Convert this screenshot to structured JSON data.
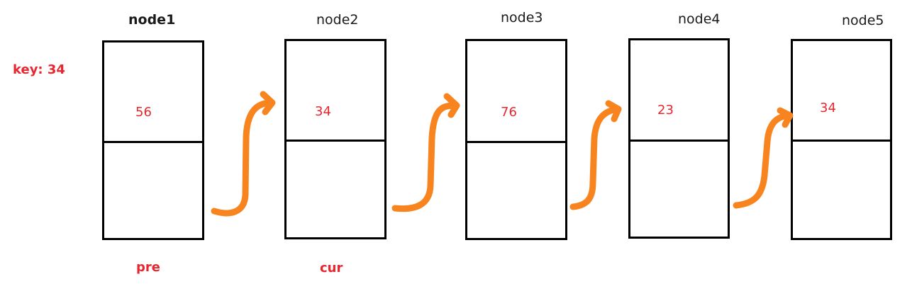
{
  "key_label": "key:  34",
  "colors": {
    "text_red": "#e8262f",
    "arrow": "#f7841f",
    "border": "#000000"
  },
  "nodes": [
    {
      "title": "node1",
      "value": "56"
    },
    {
      "title": "node2",
      "value": "34"
    },
    {
      "title": "node3",
      "value": "76"
    },
    {
      "title": "node4",
      "value": "23"
    },
    {
      "title": "node5",
      "value": "34"
    }
  ],
  "pointers": {
    "pre": "pre",
    "cur": "cur"
  }
}
